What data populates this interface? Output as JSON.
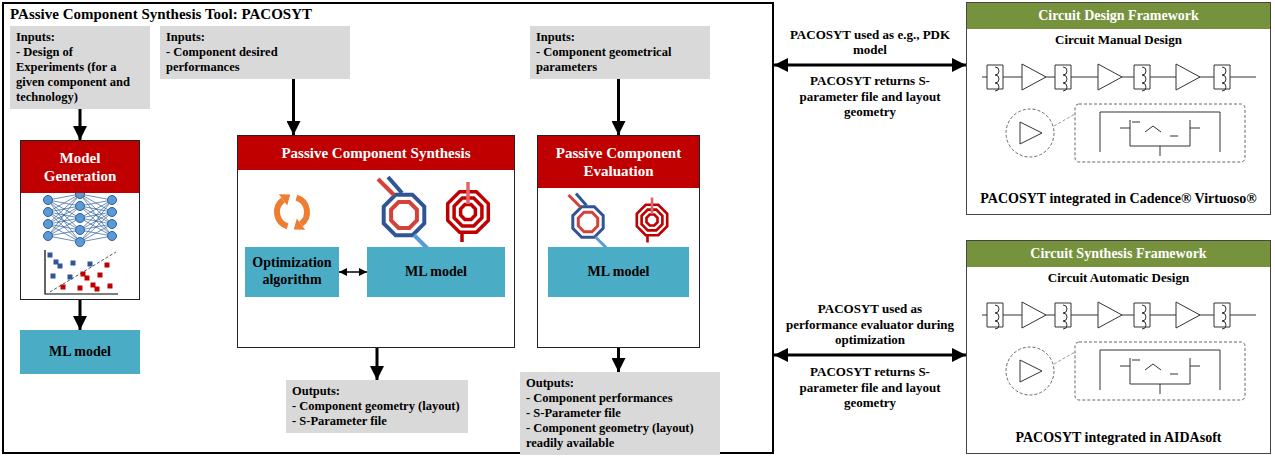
{
  "diagram": {
    "nodes": [
      {
        "text": [
          "PAssive Component Synthesis Tool: PACOSYT"
        ]
      },
      {
        "text": [
          "Inputs:",
          "- Design of Experiments (for a given component and technology)"
        ],
        "in": 0
      },
      {
        "text": [
          "Model Generation"
        ],
        "in": 0
      },
      {
        "text": [
          "ML model"
        ],
        "in": 0
      },
      {
        "text": [
          "Inputs:",
          "- Component desired performances"
        ],
        "in": 0
      },
      {
        "text": [
          "Passive Component Synthesis"
        ],
        "in": 0
      },
      {
        "text": [
          "Optimization algorithm"
        ],
        "in": 5
      },
      {
        "text": [
          "ML model"
        ],
        "in": 5
      },
      {
        "text": [
          "Outputs:",
          "- Component geometry (layout)",
          "- S-Parameter file"
        ],
        "in": 0
      },
      {
        "text": [
          "Inputs:",
          "- Component geometrical parameters"
        ],
        "in": 0
      },
      {
        "text": [
          "Passive Component Evaluation"
        ],
        "in": 0
      },
      {
        "text": [
          "ML model"
        ],
        "in": 10
      },
      {
        "text": [
          "Outputs:",
          "- Component performances",
          "- S-Parameter file",
          "- Component geometry (layout) readily available"
        ],
        "in": 0
      },
      {
        "text": [
          "Circuit Design Framework",
          "Circuit Manual Design",
          "PACOSYT integrated in Cadence® Virtuoso®"
        ]
      },
      {
        "text": [
          "Circuit Synthesis Framework",
          "Circuit Automatic Design",
          "PACOSYT integrated in AIDAsoft"
        ]
      }
    ],
    "edges": [
      {
        "from": 1,
        "to": 2,
        "arrow": "to"
      },
      {
        "from": 2,
        "to": 3,
        "arrow": "to"
      },
      {
        "from": 4,
        "to": 5,
        "arrow": "to"
      },
      {
        "from": 5,
        "to": 8,
        "arrow": "to"
      },
      {
        "from": 9,
        "to": 10,
        "arrow": "to"
      },
      {
        "from": 10,
        "to": 12,
        "arrow": "to"
      },
      {
        "from": 6,
        "to": 7,
        "arrow": "both"
      },
      {
        "from": 0,
        "to": 13,
        "label": "PACOSYT used as e.g., PDK model",
        "arrow": "both"
      },
      {
        "from": 0,
        "to": 14,
        "label": "PACOSYT used as performance evaluator during optimization",
        "arrow": "both"
      }
    ],
    "labels": [
      "PACOSYT returns S-parameter file and layout geometry",
      "PACOSYT returns S-parameter file and layout geometry"
    ]
  }
}
